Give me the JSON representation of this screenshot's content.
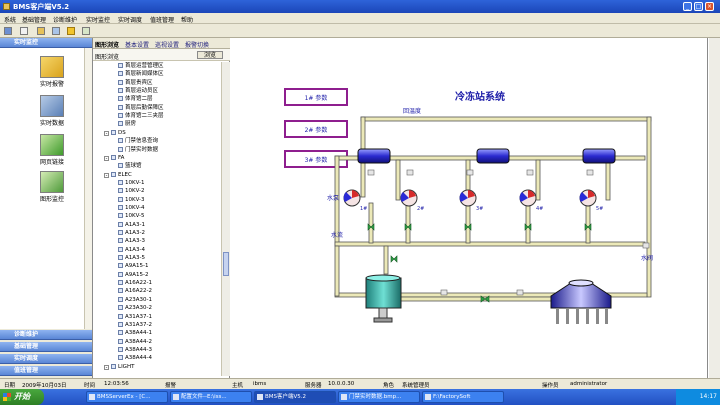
{
  "window": {
    "title": "BMS客户端V5.2"
  },
  "menu": [
    "系统",
    "基础管理",
    "诊断维护",
    "实时监控",
    "实时调度",
    "值班管理",
    "帮助"
  ],
  "left_nav": {
    "header": "实时监控",
    "tools": [
      {
        "label": "实时报警",
        "icon": "alarm-bell-icon"
      },
      {
        "label": "实时数据",
        "icon": "data-display-icon"
      },
      {
        "label": "网页链接",
        "icon": "web-link-icon"
      },
      {
        "label": "图形监控",
        "icon": "graphic-monitor-icon"
      }
    ],
    "sections": [
      "诊断维护",
      "基础管理",
      "实时调度",
      "值班管理"
    ]
  },
  "tree_panel": {
    "tabs": [
      "图形浏览",
      "基本设置",
      "巡视设置",
      "报警切换"
    ],
    "search_label": "图形浏览",
    "search_button": "浏览",
    "rows": [
      {
        "text": "首层运营管理区",
        "indent": 3,
        "kind": "item"
      },
      {
        "text": "首层新闻媒体区",
        "indent": 3,
        "kind": "item"
      },
      {
        "text": "首层贵宾区",
        "indent": 3,
        "kind": "item"
      },
      {
        "text": "首层运动员区",
        "indent": 3,
        "kind": "item"
      },
      {
        "text": "体育馆二层",
        "indent": 3,
        "kind": "item"
      },
      {
        "text": "首层后勤保障区",
        "indent": 3,
        "kind": "item"
      },
      {
        "text": "体育馆二三夹层",
        "indent": 3,
        "kind": "item"
      },
      {
        "text": "厨房",
        "indent": 3,
        "kind": "item"
      },
      {
        "text": "DS",
        "indent": 1,
        "kind": "folder"
      },
      {
        "text": "门禁信息查询",
        "indent": 3,
        "kind": "item"
      },
      {
        "text": "门禁实时数据",
        "indent": 3,
        "kind": "item"
      },
      {
        "text": "FA",
        "indent": 1,
        "kind": "folder"
      },
      {
        "text": "篮球馆",
        "indent": 3,
        "kind": "item"
      },
      {
        "text": "ELEC",
        "indent": 1,
        "kind": "folder"
      },
      {
        "text": "10KV-1",
        "indent": 3,
        "kind": "item"
      },
      {
        "text": "10KV-2",
        "indent": 3,
        "kind": "item"
      },
      {
        "text": "10KV-3",
        "indent": 3,
        "kind": "item"
      },
      {
        "text": "10KV-4",
        "indent": 3,
        "kind": "item"
      },
      {
        "text": "10KV-5",
        "indent": 3,
        "kind": "item"
      },
      {
        "text": "A1A3-1",
        "indent": 3,
        "kind": "item"
      },
      {
        "text": "A1A3-2",
        "indent": 3,
        "kind": "item"
      },
      {
        "text": "A1A3-3",
        "indent": 3,
        "kind": "item"
      },
      {
        "text": "A1A3-4",
        "indent": 3,
        "kind": "item"
      },
      {
        "text": "A1A3-5",
        "indent": 3,
        "kind": "item"
      },
      {
        "text": "A9A15-1",
        "indent": 3,
        "kind": "item"
      },
      {
        "text": "A9A15-2",
        "indent": 3,
        "kind": "item"
      },
      {
        "text": "A16A22-1",
        "indent": 3,
        "kind": "item"
      },
      {
        "text": "A16A22-2",
        "indent": 3,
        "kind": "item"
      },
      {
        "text": "A23A30-1",
        "indent": 3,
        "kind": "item"
      },
      {
        "text": "A23A30-2",
        "indent": 3,
        "kind": "item"
      },
      {
        "text": "A31A37-1",
        "indent": 3,
        "kind": "item"
      },
      {
        "text": "A31A37-2",
        "indent": 3,
        "kind": "item"
      },
      {
        "text": "A38A44-1",
        "indent": 3,
        "kind": "item"
      },
      {
        "text": "A38A44-2",
        "indent": 3,
        "kind": "item"
      },
      {
        "text": "A38A44-3",
        "indent": 3,
        "kind": "item"
      },
      {
        "text": "A38A44-4",
        "indent": 3,
        "kind": "item"
      },
      {
        "text": "LIGHT",
        "indent": 1,
        "kind": "folder"
      }
    ]
  },
  "diagram": {
    "title": "冷冻站系统",
    "param_buttons": [
      "1# 参数",
      "2# 参数",
      "3# 参数"
    ],
    "labels": {
      "back_temp": "回温度",
      "pump": "水泵",
      "flow": "水流",
      "water_level": "水阀"
    },
    "pump_tags": [
      "1#",
      "2#",
      "3#",
      "4#",
      "5#"
    ],
    "colors": {
      "pipe": "#ece9b8",
      "pipe_outline": "#555555",
      "chiller": "#3a3ad8",
      "tank": "#2aa39a",
      "tower": "#3434c8",
      "valve": "#2ea046",
      "button_border": "#8e1e8e"
    }
  },
  "status_bar": {
    "date_label": "日期",
    "date_value": "2009年10月03日",
    "time_label": "时间",
    "time_value": "12:03:56",
    "alarm_label": "报警",
    "host_label": "主机",
    "host_value": "ibms",
    "server_label": "服务器",
    "server_value": "10.0.0.30",
    "role_label": "角色",
    "role_value": "系统管理员",
    "operator_label": "操作员",
    "operator_value": "administrator"
  },
  "taskbar": {
    "start_label": "开始",
    "tasks": [
      "BMSServerEx - [C...",
      "配置文件--E:\\iss...",
      "BMS客户端V5.2",
      "门禁实时数据.bmp...",
      "F:\\FactorySoft"
    ],
    "clock": "14:17"
  }
}
